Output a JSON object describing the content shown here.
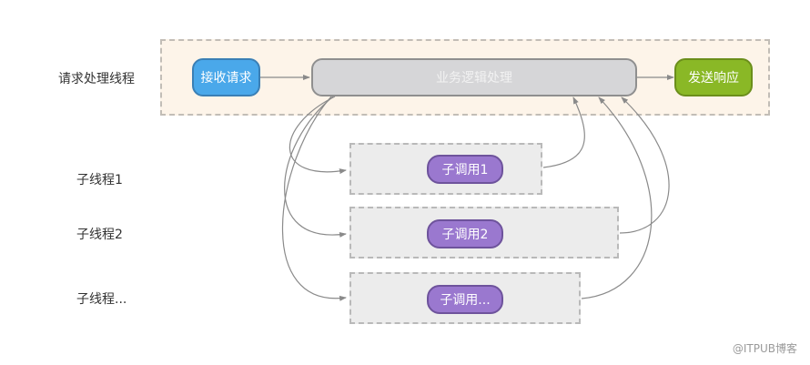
{
  "rows": {
    "main_thread": "请求处理线程",
    "sub_thread_1": "子线程1",
    "sub_thread_2": "子线程2",
    "sub_thread_n": "子线程..."
  },
  "nodes": {
    "receive_request": "接收请求",
    "business_logic": "业务逻辑处理",
    "send_response": "发送响应",
    "sub_call_1": "子调用1",
    "sub_call_2": "子调用2",
    "sub_call_n": "子调用..."
  },
  "colors": {
    "receive_request": "#4aa8ea",
    "business_logic": "#d6d6d8",
    "send_response": "#8ab826",
    "sub_call": "#9a78cf",
    "main_lane_bg": "#fdf4e9",
    "sub_lane_bg": "#ececec",
    "connector": "#8a8a8a"
  },
  "watermark": "@ITPUB博客"
}
